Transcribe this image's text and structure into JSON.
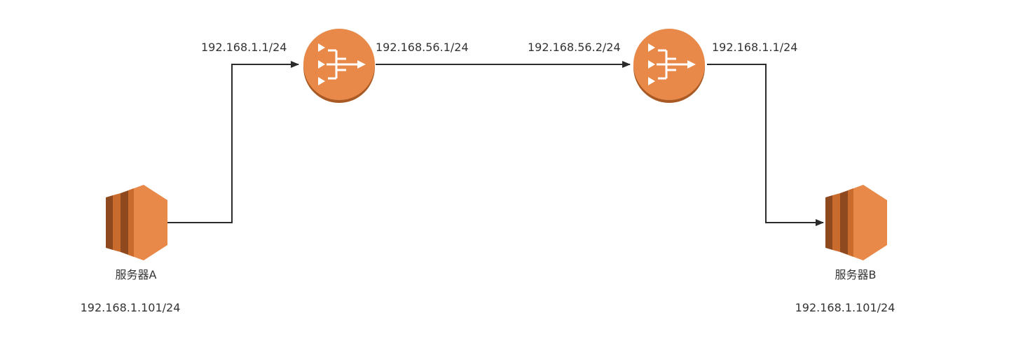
{
  "diagram": {
    "colors": {
      "node_fill": "#E8894A",
      "node_shadow": "#A95A24",
      "server_dark": "#8E4A1E",
      "server_mid": "#C96B2C",
      "glyph": "#FFFFFF",
      "line": "#2B2B2B",
      "text": "#333333",
      "background": "#FFFFFF"
    },
    "nodes": {
      "server_a": {
        "icon": "server-icon",
        "name": "服务器A",
        "ip": "192.168.1.101/24"
      },
      "router_1": {
        "icon": "router-icon",
        "ip_left": "192.168.1.1/24",
        "ip_right": "192.168.56.1/24"
      },
      "router_2": {
        "icon": "router-icon",
        "ip_left": "192.168.56.2/24",
        "ip_right": "192.168.1.1/24"
      },
      "server_b": {
        "icon": "server-icon",
        "name": "服务器B",
        "ip": "192.168.1.101/24"
      }
    },
    "links": [
      {
        "from": "服务器A",
        "to": "router_1"
      },
      {
        "from": "router_1",
        "to": "router_2"
      },
      {
        "from": "router_2",
        "to": "服务器B"
      }
    ]
  }
}
